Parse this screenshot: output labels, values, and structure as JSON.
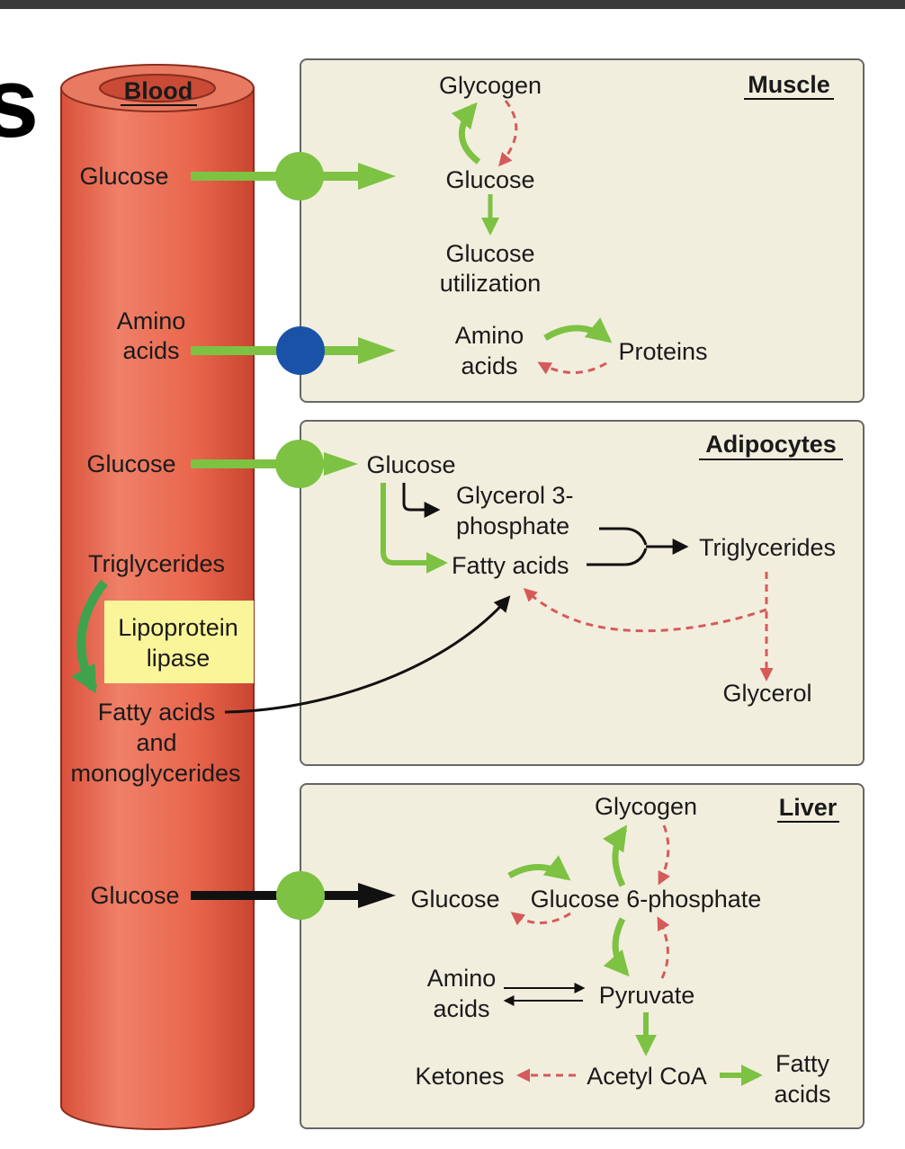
{
  "corner_fragment": "s",
  "blood": {
    "title": "Blood",
    "glucose_1": "Glucose",
    "amino_acids": [
      "Amino",
      "acids"
    ],
    "glucose_2": "Glucose",
    "triglycerides": "Triglycerides",
    "lipoprotein_lipase": [
      "Lipoprotein",
      "lipase"
    ],
    "fatty_acids_mono": [
      "Fatty acids",
      "and",
      "monoglycerides"
    ],
    "glucose_3": "Glucose"
  },
  "muscle": {
    "title": "Muscle",
    "glycogen": "Glycogen",
    "glucose": "Glucose",
    "glucose_utilization": [
      "Glucose",
      "utilization"
    ],
    "amino_acids": [
      "Amino",
      "acids"
    ],
    "proteins": "Proteins"
  },
  "adipocytes": {
    "title": "Adipocytes",
    "glucose": "Glucose",
    "glycerol_3_phosphate": [
      "Glycerol 3-",
      "phosphate"
    ],
    "fatty_acids": "Fatty acids",
    "triglycerides": "Triglycerides",
    "glycerol": "Glycerol"
  },
  "liver": {
    "title": "Liver",
    "glycogen": "Glycogen",
    "glucose": "Glucose",
    "glucose_6_phosphate": "Glucose 6-phosphate",
    "amino_acids": [
      "Amino",
      "acids"
    ],
    "pyruvate": "Pyruvate",
    "ketones": "Ketones",
    "acetyl_coa": "Acetyl CoA",
    "fatty_acids": [
      "Fatty",
      "acids"
    ]
  },
  "colors": {
    "vessel": "#e4604a",
    "panel": "#f2eede",
    "green": "#7dc242",
    "red_dashed": "#d65a5a",
    "blue_transporter": "#1a52a8",
    "lipase_box": "#fbf59a"
  }
}
